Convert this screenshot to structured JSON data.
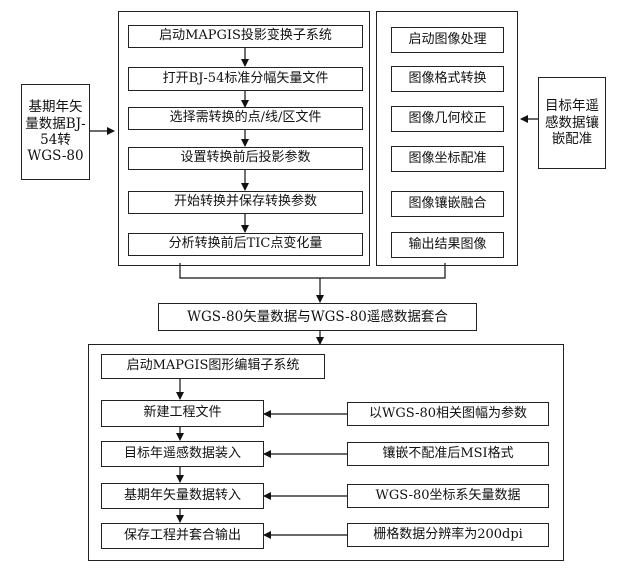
{
  "left_block": {
    "steps": [
      "启动MAPGIS投影变换子系统",
      "打开BJ-54标准分幅矢量文件",
      "选择需转换的点/线/区文件",
      "设置转换前后投影参数",
      "开始转换并保存转换参数",
      "分析转换前后TIC点变化量"
    ]
  },
  "right_block": {
    "steps": [
      "启动图像处理",
      "图像格式转换",
      "图像几何校正",
      "图像坐标配准",
      "图像镶嵌融合",
      "输出结果图像"
    ]
  },
  "left_input": "基期年矢量数据BJ-54转WGS-80",
  "right_input": "目标年遥感数据镶嵌配准",
  "merge_result": "WGS-80矢量数据与WGS-80遥感数据套合",
  "bottom_block": {
    "steps": [
      "启动MAPGIS图形编辑子系统",
      "新建工程文件",
      "目标年遥感数据装入",
      "基期年矢量数据转入",
      "保存工程并套合输出"
    ],
    "params": [
      "以WGS-80相关图幅为参数",
      "镶嵌不配准后MSI格式",
      "WGS-80坐标系矢量数据",
      "栅格数据分辨率为200dpi"
    ]
  }
}
